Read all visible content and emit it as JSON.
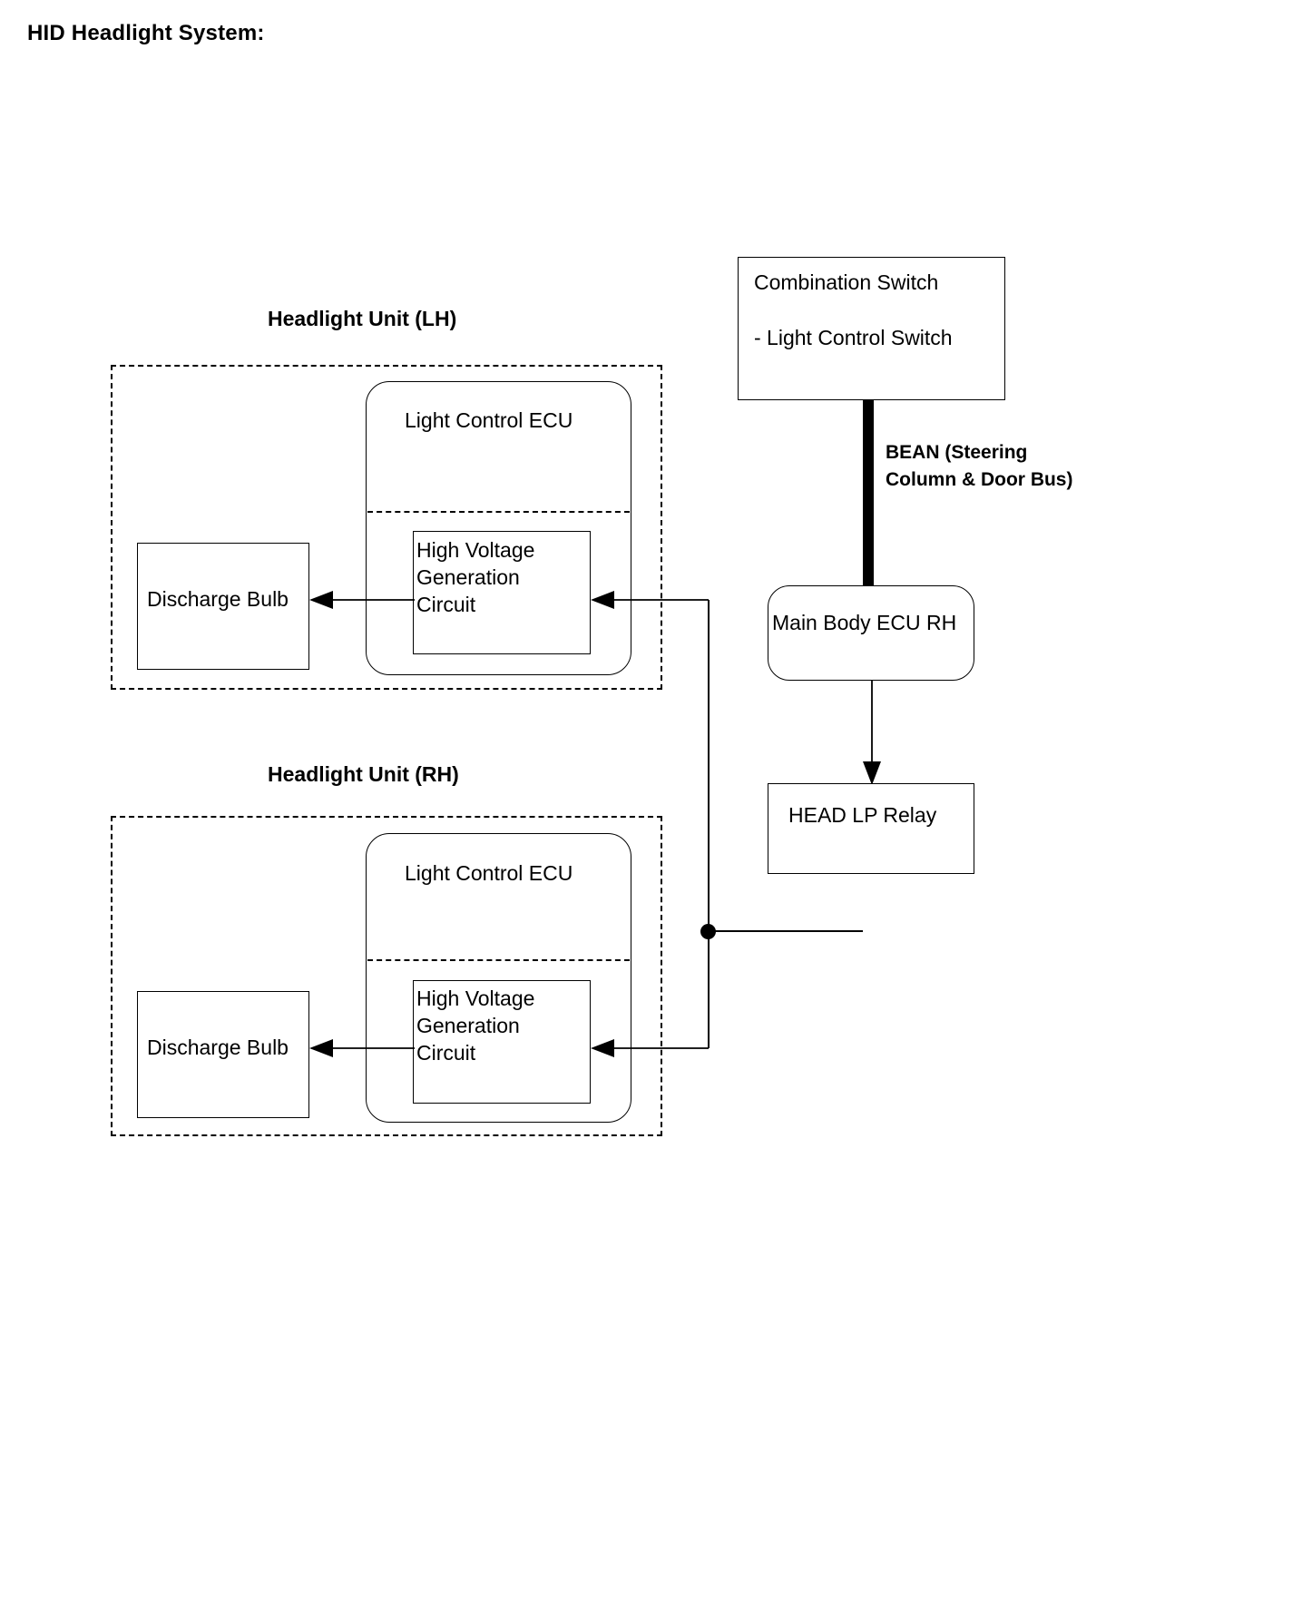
{
  "document": {
    "title": "HID Headlight System:"
  },
  "units": [
    {
      "id": "lh",
      "caption": "Headlight Unit (LH)",
      "ecu_label": "Light Control ECU",
      "bulb_label": "Discharge Bulb",
      "hv_circuit_label": "High Voltage\nGeneration\nCircuit"
    },
    {
      "id": "rh",
      "caption": "Headlight Unit (RH)",
      "ecu_label": "Light Control ECU",
      "bulb_label": "Discharge Bulb",
      "hv_circuit_label": "High Voltage\nGeneration\nCircuit"
    }
  ],
  "combination_switch": {
    "title": "Combination Switch",
    "item": "- Light Control Switch"
  },
  "bus": {
    "label": "BEAN (Steering\nColumn & Door Bus)"
  },
  "main_body_ecu": {
    "label": "Main Body ECU RH"
  },
  "head_lp_relay": {
    "label": "HEAD LP Relay"
  },
  "colors": {
    "line": "#000000",
    "background": "#ffffff",
    "text": "#000000"
  }
}
